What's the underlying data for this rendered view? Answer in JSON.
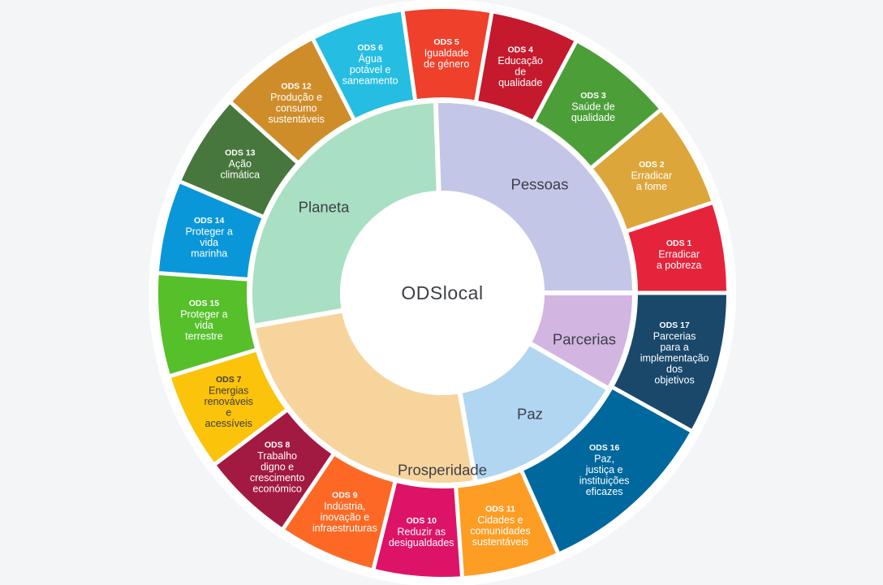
{
  "center_label": "ODSlocal",
  "dimensions": [
    {
      "id": "pessoas",
      "label": "Pessoas",
      "color": "#c4c6e7"
    },
    {
      "id": "parcerias",
      "label": "Parcerias",
      "color": "#d2b5e1"
    },
    {
      "id": "paz",
      "label": "Paz",
      "color": "#b0d6f1"
    },
    {
      "id": "prosperidade",
      "label": "Prosperidade",
      "color": "#f8d49d"
    },
    {
      "id": "planeta",
      "label": "Planeta",
      "color": "#a9dfc2"
    }
  ],
  "goals": [
    {
      "code": "ODS 1",
      "lines": [
        "Erradicar",
        "a pobreza"
      ],
      "color": "#e5243b"
    },
    {
      "code": "ODS 2",
      "lines": [
        "Erradicar",
        "a fome"
      ],
      "color": "#dda63a"
    },
    {
      "code": "ODS 3",
      "lines": [
        "Saúde de",
        "qualidade"
      ],
      "color": "#4c9f38"
    },
    {
      "code": "ODS 4",
      "lines": [
        "Educação",
        "de",
        "qualidade"
      ],
      "color": "#c5192d"
    },
    {
      "code": "ODS 5",
      "lines": [
        "Igualdade",
        "de género"
      ],
      "color": "#ef402b"
    },
    {
      "code": "ODS 6",
      "lines": [
        "Água",
        "potável e",
        "saneamento"
      ],
      "color": "#26bde2"
    },
    {
      "code": "ODS 12",
      "lines": [
        "Produção e",
        "consumo",
        "sustentáveis"
      ],
      "color": "#cf8d2a"
    },
    {
      "code": "ODS 13",
      "lines": [
        "Ação",
        "climática"
      ],
      "color": "#48773e"
    },
    {
      "code": "ODS 14",
      "lines": [
        "Proteger a",
        "vida",
        "marinha"
      ],
      "color": "#0a97d9"
    },
    {
      "code": "ODS 15",
      "lines": [
        "Proteger a",
        "vida",
        "terrestre"
      ],
      "color": "#56c02b"
    },
    {
      "code": "ODS 7",
      "lines": [
        "Energias",
        "renováveis",
        "e",
        "acessíveis"
      ],
      "color": "#fcc30b"
    },
    {
      "code": "ODS 8",
      "lines": [
        "Trabalho",
        "digno e",
        "crescimento",
        "económico"
      ],
      "color": "#a21942"
    },
    {
      "code": "ODS 9",
      "lines": [
        "Indústria,",
        "inovação e",
        "infraestruturas"
      ],
      "color": "#fd6925"
    },
    {
      "code": "ODS 10",
      "lines": [
        "Reduzir as",
        "desigualdades"
      ],
      "color": "#dd1367"
    },
    {
      "code": "ODS 11",
      "lines": [
        "Cidades e",
        "comunidades",
        "sustentáveis"
      ],
      "color": "#fd9d24"
    },
    {
      "code": "ODS 16",
      "lines": [
        "Paz,",
        "justiça e",
        "instituições",
        "eficazes"
      ],
      "color": "#00689d"
    },
    {
      "code": "ODS 17",
      "lines": [
        "Parcerias",
        "para a",
        "implementação",
        "dos",
        "objetivos"
      ],
      "color": "#19486a"
    }
  ]
}
